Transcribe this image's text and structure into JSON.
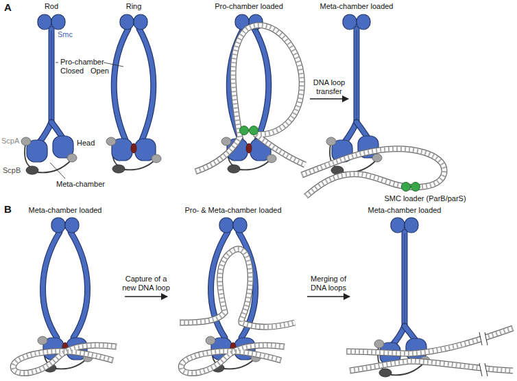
{
  "diagram": {
    "labels": [
      "A",
      "Rod",
      "Ring",
      "Pro-chamber loaded",
      "Meta-chamber loaded",
      "Smc",
      "Pro-chamber",
      "Closed",
      "Open",
      "ScpA",
      "Head",
      "ScpB",
      "Meta-chamber",
      "DNA loop transfer",
      "SMC loader (ParB/parS)",
      "B",
      "Meta-chamber loaded",
      "Capture of a new DNA loop",
      "Pro- & Meta-chamber loaded",
      "Merging of DNA loops",
      "Meta-chamber loaded"
    ]
  }
}
